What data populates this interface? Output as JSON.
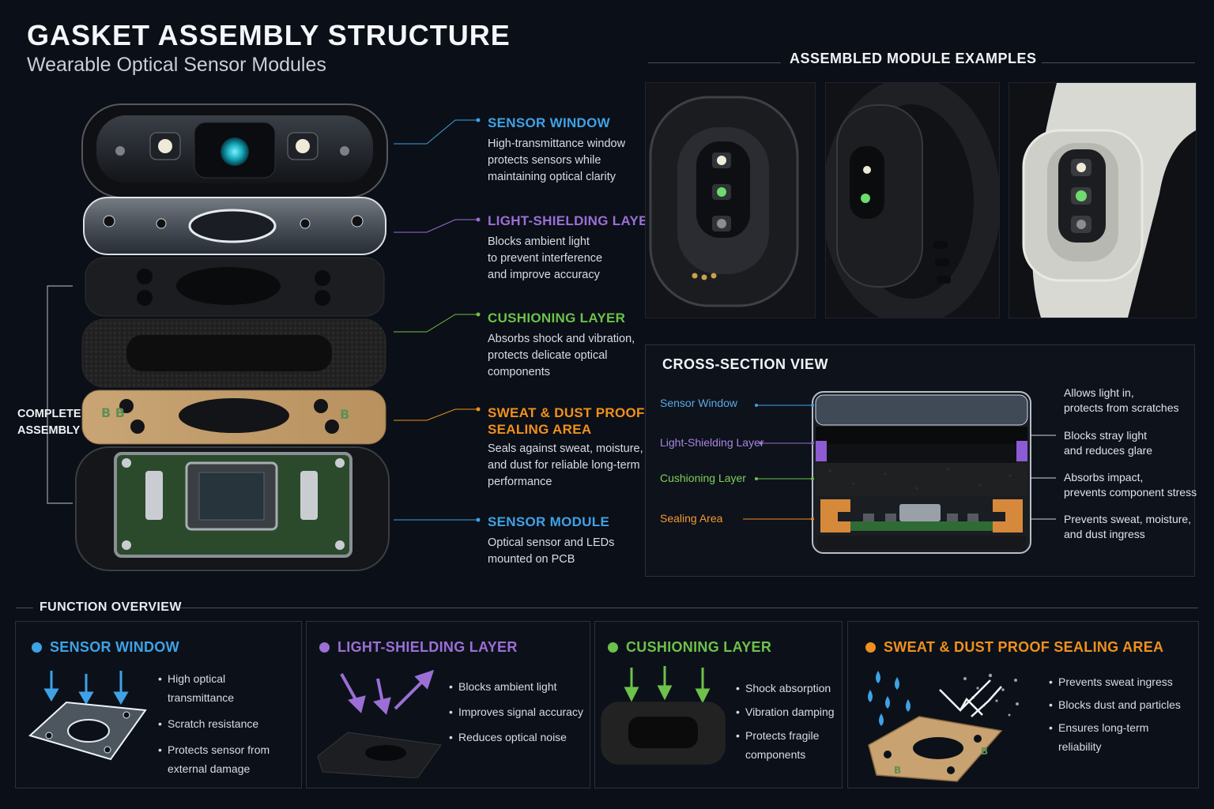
{
  "header": {
    "title": "GASKET ASSEMBLY STRUCTURE",
    "subtitle": "Wearable Optical Sensor Modules"
  },
  "colors": {
    "blue": "#3fa2e6",
    "purple": "#9b6fd6",
    "green": "#6cc24a",
    "orange": "#f0901e",
    "background": "#0b0f17"
  },
  "exploded": {
    "side_label": "COMPLETE\nASSEMBLY",
    "callouts": [
      {
        "title": "SENSOR WINDOW",
        "desc": "High-transmittance window\nprotects sensors while\nmaintaining optical clarity",
        "color": "blue"
      },
      {
        "title": "LIGHT-SHIELDING LAYER",
        "desc": "Blocks ambient light\nto prevent interference\nand improve accuracy",
        "color": "purple"
      },
      {
        "title": "CUSHIONING LAYER",
        "desc": "Absorbs shock and vibration,\nprotects delicate optical\ncomponents",
        "color": "green"
      },
      {
        "title": "SWEAT & DUST PROOF\nSEALING AREA",
        "desc": "Seals against sweat, moisture,\nand dust for reliable long-term\nperformance",
        "color": "orange"
      },
      {
        "title": "SENSOR MODULE",
        "desc": "Optical sensor and LEDs\nmounted on PCB",
        "color": "blue"
      }
    ]
  },
  "examples": {
    "heading": "ASSEMBLED MODULE EXAMPLES"
  },
  "cross_section": {
    "heading": "CROSS-SECTION VIEW",
    "left_labels": [
      "Sensor Window",
      "Light-Shielding Layer",
      "Cushioning Layer",
      "Sealing Area"
    ],
    "right_labels": [
      "Allows light in,\nprotects from scratches",
      "Blocks stray light\nand reduces glare",
      "Absorbs impact,\nprevents component stress",
      "Prevents sweat, moisture,\nand dust ingress"
    ]
  },
  "overview": {
    "heading": "FUNCTION OVERVIEW",
    "cards": [
      {
        "title": "SENSOR WINDOW",
        "color": "blue",
        "bullets": [
          "High optical transmittance",
          "Scratch resistance",
          "Protects sensor from\nexternal damage"
        ]
      },
      {
        "title": "LIGHT-SHIELDING LAYER",
        "color": "purple",
        "bullets": [
          "Blocks ambient light",
          "Improves signal accuracy",
          "Reduces optical noise"
        ]
      },
      {
        "title": "CUSHIONING LAYER",
        "color": "green",
        "bullets": [
          "Shock absorption",
          "Vibration damping",
          "Protects fragile\ncomponents"
        ]
      },
      {
        "title": "SWEAT & DUST PROOF SEALING AREA",
        "color": "orange",
        "bullets": [
          "Prevents sweat ingress",
          "Blocks dust and particles",
          "Ensures long-term\nreliability"
        ]
      }
    ]
  }
}
